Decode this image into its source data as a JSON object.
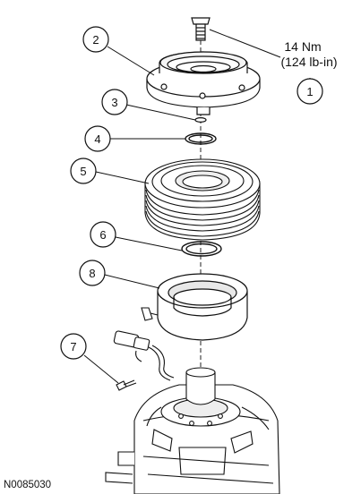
{
  "diagram": {
    "reference_code": "N0085030",
    "torque_spec": {
      "value_nm": "14 Nm",
      "value_lbin": "(124 lb-in)"
    },
    "callouts": [
      {
        "id": "callout-1",
        "label": "1",
        "part": "bolt"
      },
      {
        "id": "callout-2",
        "label": "2",
        "part": "clutch-hub"
      },
      {
        "id": "callout-3",
        "label": "3",
        "part": "shim"
      },
      {
        "id": "callout-4",
        "label": "4",
        "part": "snap-ring"
      },
      {
        "id": "callout-5",
        "label": "5",
        "part": "pulley"
      },
      {
        "id": "callout-6",
        "label": "6",
        "part": "snap-ring"
      },
      {
        "id": "callout-8",
        "label": "8",
        "part": "field-coil"
      },
      {
        "id": "callout-7",
        "label": "7",
        "part": "screw"
      }
    ]
  }
}
